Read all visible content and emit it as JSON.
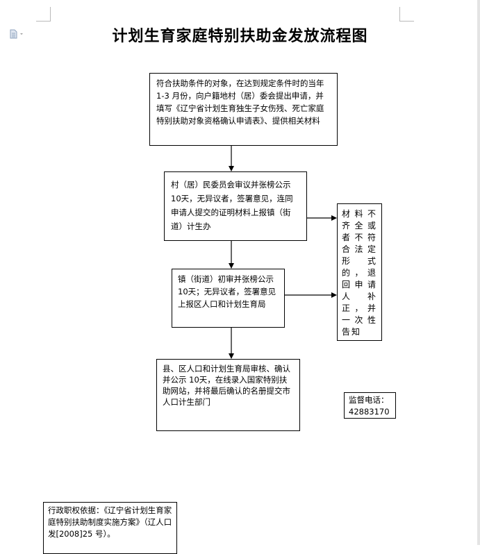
{
  "title": "计划生育家庭特别扶助金发放流程图",
  "steps": {
    "step1": "符合扶助条件的对象，在达到规定条件时的当年 1-3 月份，向户籍地村（居）委会提出申请，并填写《辽宁省计划生育独生子女伤残、死亡家庭特别扶助对象资格确认申请表》、提供相关材料",
    "step2": "村（居）民委员会审议并张榜公示 10天，无异议者，签署意见，连同申请人提交的证明材料上报镇（街道）计生办",
    "step3": "镇（街道）初审并张榜公示 10天；无异议者，签署意见上报区人口和计划生育局",
    "step4": "县、区人口和计划生育局审核、确认并公示 10天，在线录入国家特别扶助网站，并将最后确认的名册提交市人口计生部门"
  },
  "side_note": "材料不齐全或者不符合法定形式的，退回申请人补正，并一次性告知",
  "hotline": {
    "label": "监督电话：",
    "number": "42883170"
  },
  "basis": "行政职权依据：《辽宁省计划生育家庭特别扶助制度实施方案》（辽人口发[2008]25 号）。",
  "icons": {
    "page": "document-icon"
  }
}
